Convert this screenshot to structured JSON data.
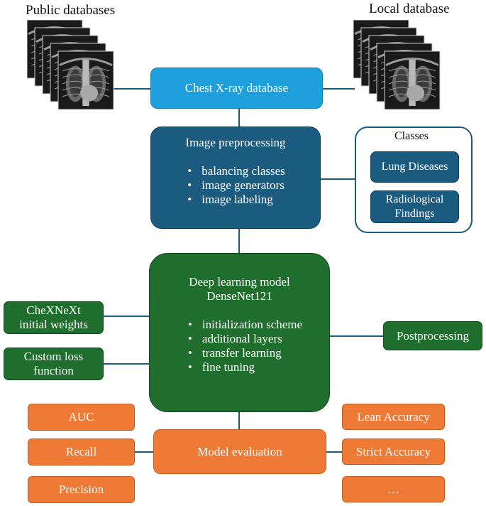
{
  "header": {
    "left_label": "Public databases",
    "right_label": "Local database"
  },
  "database": {
    "label": "Chest X-ray database"
  },
  "preprocessing": {
    "title": "Image preprocessing",
    "items": [
      "balancing classes",
      "image generators",
      "image labeling"
    ]
  },
  "classes": {
    "title": "Classes",
    "items": [
      "Lung Diseases",
      "Radiological Findings"
    ]
  },
  "model": {
    "title_line1": "Deep learning model",
    "title_line2": "DenseNet121",
    "items": [
      "initialization scheme",
      "additional layers",
      "transfer learning",
      "fine tuning"
    ]
  },
  "left_inputs": {
    "weights_line1": "CheXNeXt",
    "weights_line2": "initial weights",
    "loss_line1": "Custom loss",
    "loss_line2": "function"
  },
  "postprocessing": {
    "label": "Postprocessing"
  },
  "evaluation": {
    "label": "Model evaluation"
  },
  "metrics_left": [
    "AUC",
    "Recall",
    "Precision"
  ],
  "metrics_right": [
    "Lean Accuracy",
    "Strict Accuracy",
    "…"
  ],
  "colors": {
    "light_blue": "#1ea0dc",
    "navy": "#1c5b80",
    "green": "#1f6e2d",
    "orange": "#ef7a35",
    "connector": "#1c5b80"
  },
  "icons": {
    "xray_stack": "chest-xray-stack-icon"
  }
}
